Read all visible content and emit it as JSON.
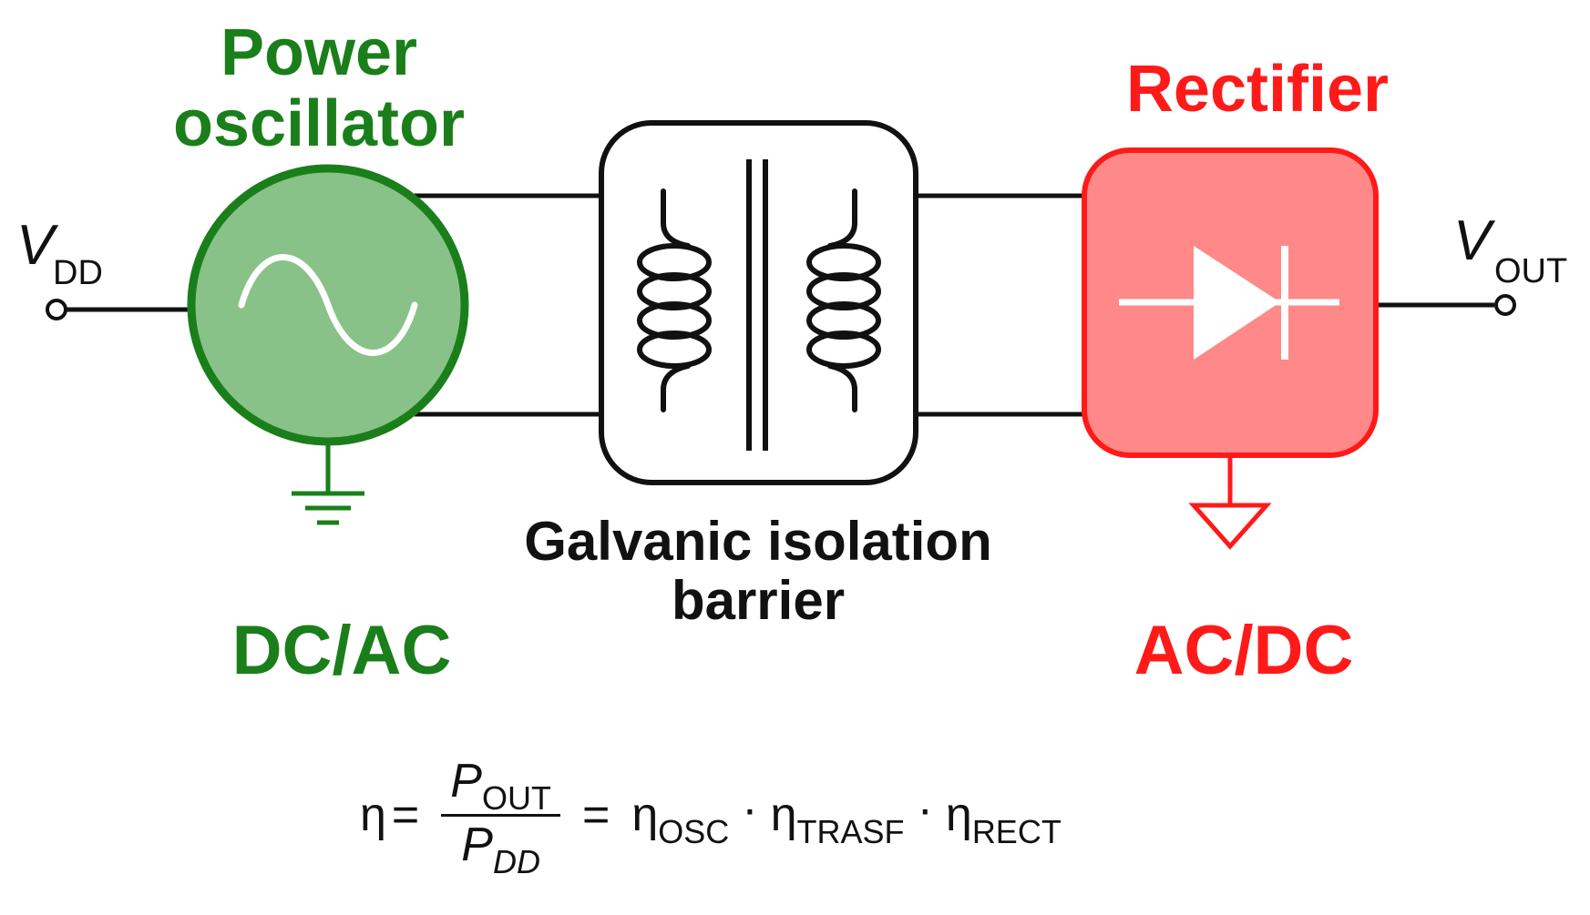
{
  "inputs": {
    "vdd_symbol": "V",
    "vdd_subscript": "DD",
    "vout_symbol": "V",
    "vout_subscript": "OUT"
  },
  "oscillator": {
    "title_line1": "Power",
    "title_line2": "oscillator",
    "function_label": "DC/AC",
    "color": "#1a7f1a",
    "fill": "#88c288"
  },
  "transformer": {
    "label_line1": "Galvanic isolation",
    "label_line2": "barrier",
    "color": "#111111"
  },
  "rectifier": {
    "title": "Rectifier",
    "function_label": "AC/DC",
    "color": "#ff1a1a",
    "fill": "#ff8888"
  },
  "equation": {
    "eta": "η",
    "equals": "=",
    "numerator_symbol": "P",
    "numerator_sub": "OUT",
    "denominator_symbol": "P",
    "denominator_sub": "DD",
    "dot": "·",
    "eta_osc_sub": "OSC",
    "eta_trasf_sub": "TRASF",
    "eta_rect_sub": "RECT"
  },
  "icons": [
    "sine-wave-icon",
    "inductor-coil-icon",
    "diode-icon",
    "ground-icon",
    "signal-ground-icon",
    "terminal-icon"
  ]
}
